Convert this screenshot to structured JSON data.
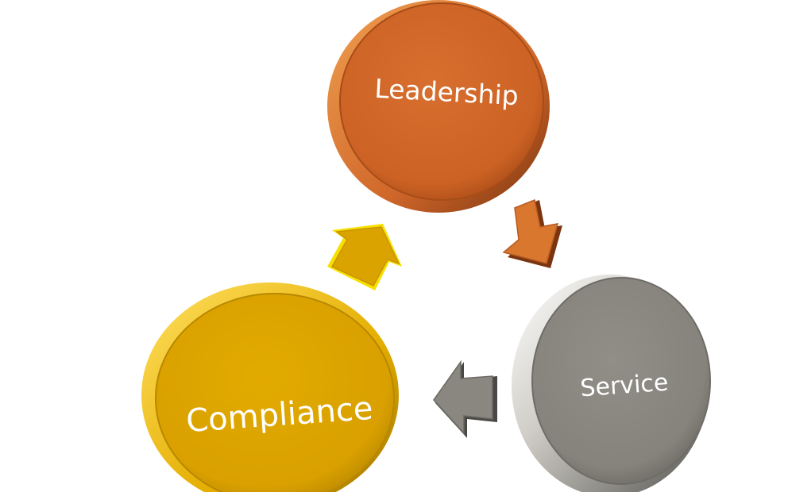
{
  "nodes": {
    "leadership": {
      "label": "Leadership",
      "color": "#d0672a",
      "rim": "#e58a3c",
      "edge": "#8a3a10"
    },
    "service": {
      "label": "Service",
      "color": "#8a8780",
      "rim": "#d9d7d0",
      "edge": "#4a4844"
    },
    "compliance": {
      "label": "Compliance",
      "color": "#dba300",
      "rim": "#f4c200",
      "edge": "#9a7000"
    }
  },
  "arrows": {
    "leadership_to_service": {
      "color": "#d0672a",
      "edge": "#7a3510"
    },
    "service_to_compliance": {
      "color": "#8a8780",
      "edge": "#4a4844"
    },
    "compliance_to_leadership": {
      "color": "#dba300",
      "edge": "#f7e000"
    }
  }
}
